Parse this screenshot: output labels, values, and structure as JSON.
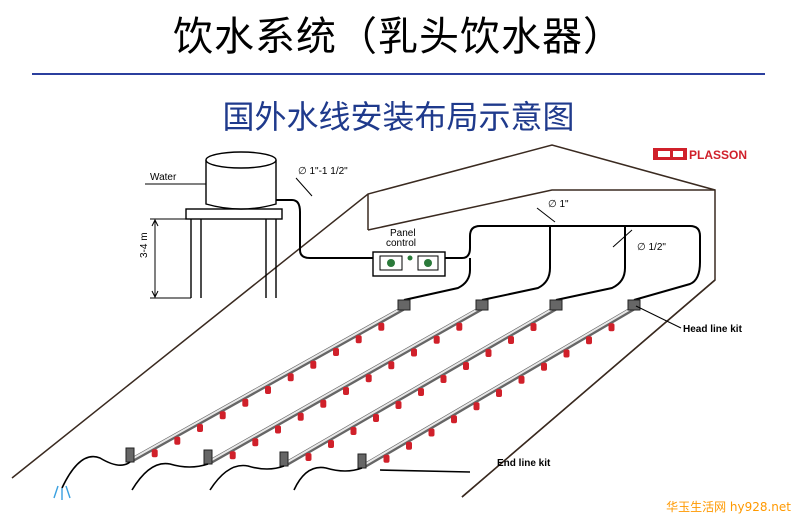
{
  "title": "饮水系统（乳头饮水器）",
  "subtitle": "国外水线安装布局示意图",
  "brand": "PLASSON",
  "labels": {
    "water": "Water",
    "height": "3-4 m",
    "pipe_main": "∅ 1\"-1 1/2\"",
    "pipe_1": "∅ 1\"",
    "pipe_half": "∅ 1/2\"",
    "panel_line1": "Panel",
    "panel_line2": "control",
    "head_line_kit": "Head line kit",
    "end_line_kit": "End line kit"
  },
  "watermark": "华玉生活网 hy928.net",
  "colors": {
    "title_rule": "#2b3f9e",
    "subtitle": "#1f3a8c",
    "brand_red": "#d0202a",
    "nipple_red": "#d0202a",
    "watermark": "#ff9900"
  }
}
